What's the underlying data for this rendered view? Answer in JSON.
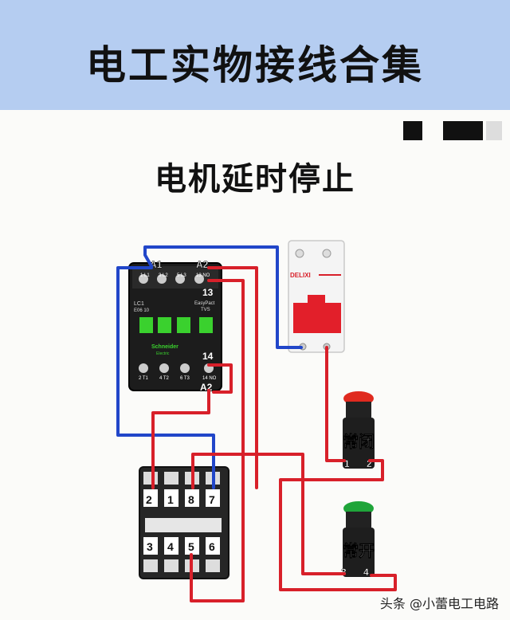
{
  "header": {
    "title": "电工实物接线合集"
  },
  "subtitle": "电机延时停止",
  "contactor": {
    "brand": "Schneider",
    "brand_sub": "Electric",
    "model": "LC1",
    "model_sub": "E06 10",
    "series": "EasyPact",
    "series_sub": "TVS",
    "coil_a1": "A1",
    "coil_a2": "A2",
    "aux_13": "13",
    "aux_14": "14",
    "top_terminals": [
      "1 L1",
      "3 L2",
      "5 L3",
      "13 NO"
    ],
    "bottom_terminals": [
      "2 T1",
      "4 T2",
      "6 T3",
      "14 NO"
    ]
  },
  "breaker": {
    "brand": "DELIXI"
  },
  "button_nc": {
    "label": "常闭",
    "terminal_left": "1",
    "terminal_right": "2",
    "cap_color": "#e02a1f"
  },
  "button_no": {
    "label": "常开",
    "terminal_left": "3",
    "terminal_right": "4",
    "cap_color": "#1fa53a"
  },
  "relay": {
    "top_terminals": [
      "2",
      "1",
      "8",
      "7"
    ],
    "bottom_terminals": [
      "3",
      "4",
      "5",
      "6"
    ]
  },
  "watermark": "头条 @小蕾电工电路",
  "colors": {
    "wire_red": "#d8202a",
    "wire_blue": "#2146c9",
    "banner": "#b5cdf1"
  }
}
